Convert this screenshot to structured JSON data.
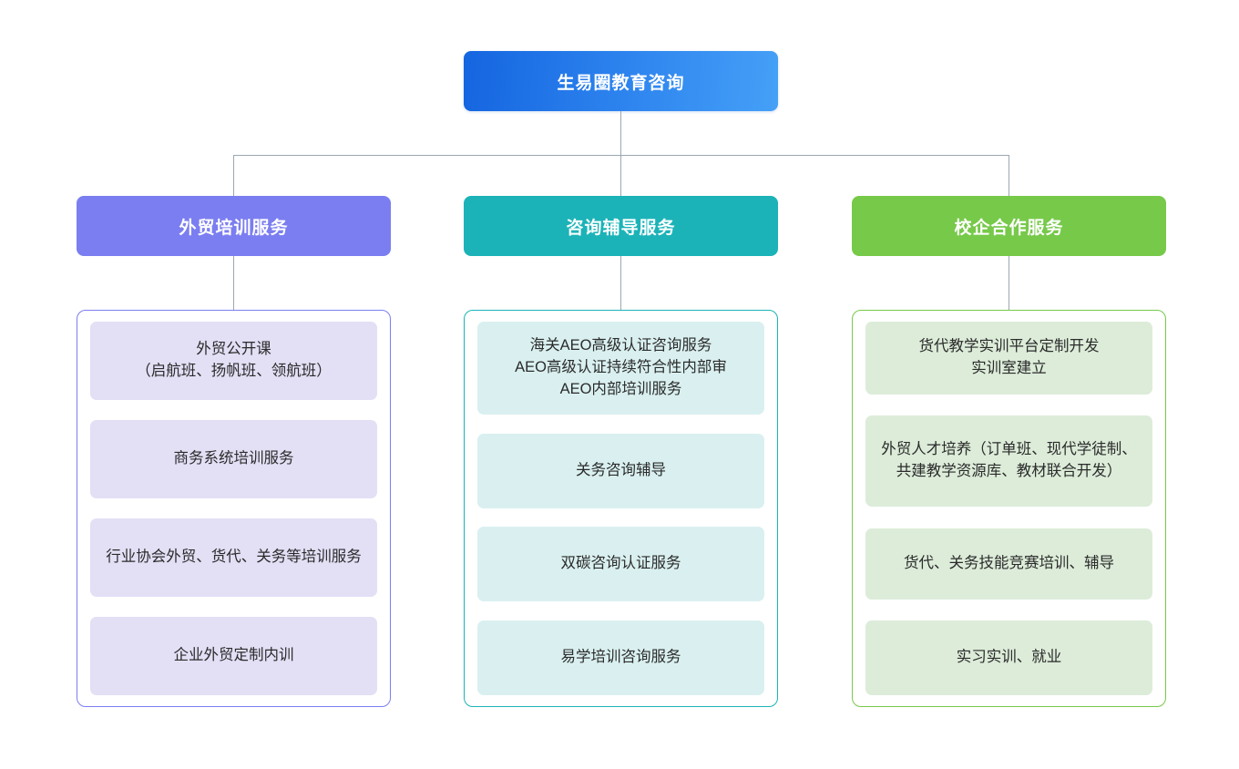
{
  "diagram": {
    "type": "organization-tree",
    "root": {
      "label": "生易圈教育咨询",
      "color_start": "#1565e0",
      "color_end": "#45a0f7"
    },
    "connector_color": "#9aa7b4",
    "columns": [
      {
        "header": "外贸培训服务",
        "accent": "#7b7ef0",
        "item_fill": "#e3dff5",
        "items": [
          "外贸公开课\n（启航班、扬帆班、领航班）",
          "商务系统培训服务",
          "行业协会外贸、货代、关务等培训服务",
          "企业外贸定制内训"
        ]
      },
      {
        "header": "咨询辅导服务",
        "accent": "#1bb3b8",
        "item_fill": "#daf0f0",
        "items": [
          "海关AEO高级认证咨询服务\nAEO高级认证持续符合性内部审\nAEO内部培训服务",
          "关务咨询辅导",
          "双碳咨询认证服务",
          "易学培训咨询服务"
        ]
      },
      {
        "header": "校企合作服务",
        "accent": "#77c94a",
        "item_fill": "#dcecd9",
        "items": [
          "货代教学实训平台定制开发\n实训室建立",
          "外贸人才培养（订单班、现代学徒制、共建教学资源库、教材联合开发）",
          "货代、关务技能竞赛培训、辅导",
          "实习实训、就业"
        ]
      }
    ]
  }
}
